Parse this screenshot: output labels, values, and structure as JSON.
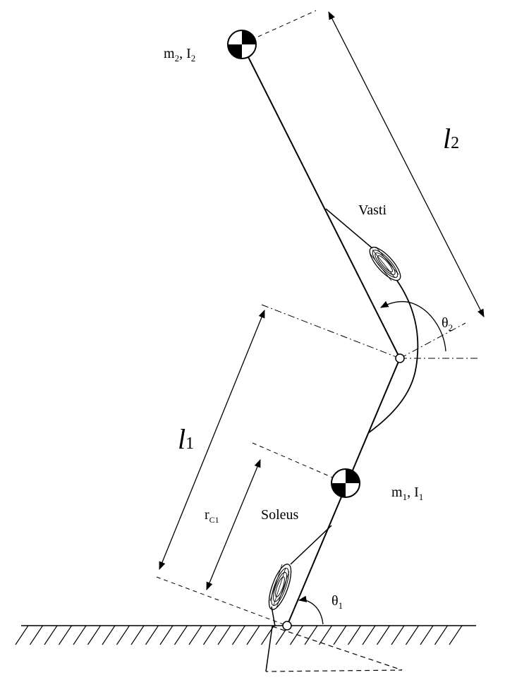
{
  "labels": {
    "m2": "m",
    "m2_sub": "2",
    "i2": ", I",
    "i2_sub": "2",
    "l2": "l",
    "l2_sub": "2",
    "vasti": "Vasti",
    "theta2": "θ",
    "theta2_sub": "2",
    "l1": "l",
    "l1_sub": "1",
    "m1": "m",
    "m1_sub": "1",
    "i1": ", I",
    "i1_sub": "1",
    "rc1": "r",
    "rc1_sub": "C1",
    "soleus": "Soleus",
    "theta1": "θ",
    "theta1_sub": "1"
  },
  "colors": {
    "ink": "#000000",
    "background": "#ffffff"
  },
  "icons": {
    "com_marker": "center-of-mass-icon",
    "joint": "hinge-joint-icon",
    "muscle": "muscle-spring-icon"
  }
}
